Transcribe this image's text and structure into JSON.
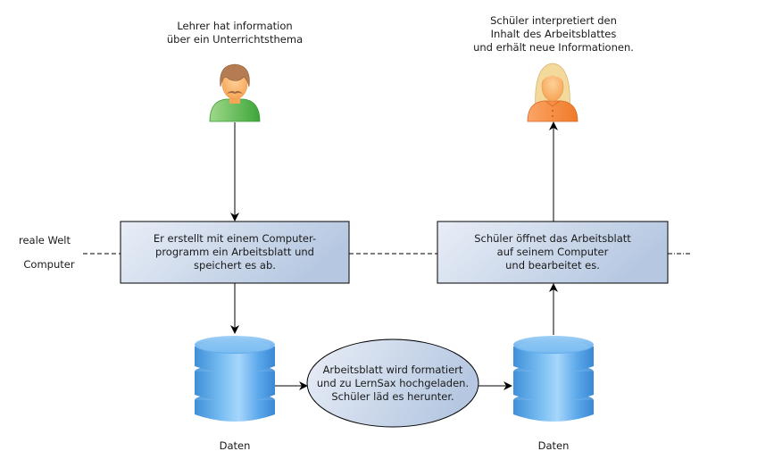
{
  "diagram": {
    "actors": {
      "teacher": {
        "caption": "Lehrer hat information\nüber ein Unterrichtsthema",
        "icon": "teacher-avatar-icon",
        "colors": {
          "shirt": "#5cb85c",
          "hair": "#b07a4f",
          "skin": "#fbb36b"
        }
      },
      "student": {
        "caption": "Schüler interpretiert den\nInhalt des Arbeitsblattes\nund erhält neue Informationen.",
        "icon": "student-avatar-icon",
        "colors": {
          "shirt": "#f5893a",
          "hair": "#f3d79a",
          "skin": "#fbb36b"
        }
      }
    },
    "zones": {
      "upper": "reale Welt",
      "lower": "Computer"
    },
    "processes": {
      "create": "Er erstellt mit einem Computer-\nprogramm ein Arbeitsblatt und\nspeichert es ab.",
      "open": "Schüler öffnet das Arbeitsblatt\nauf seinem Computer\nund bearbeitet es.",
      "transfer": "Arbeitsblatt wird formatiert\nund zu LernSax hochgeladen.\nSchüler läd es herunter."
    },
    "datastores": [
      {
        "label": "Daten",
        "icon": "database-icon"
      },
      {
        "label": "Daten",
        "icon": "database-icon"
      }
    ],
    "colors": {
      "box_gradient_start": "#e8eef7",
      "box_gradient_end": "#b7c9e2",
      "database_blue": "#4a9be0",
      "stroke": "#000000"
    }
  }
}
